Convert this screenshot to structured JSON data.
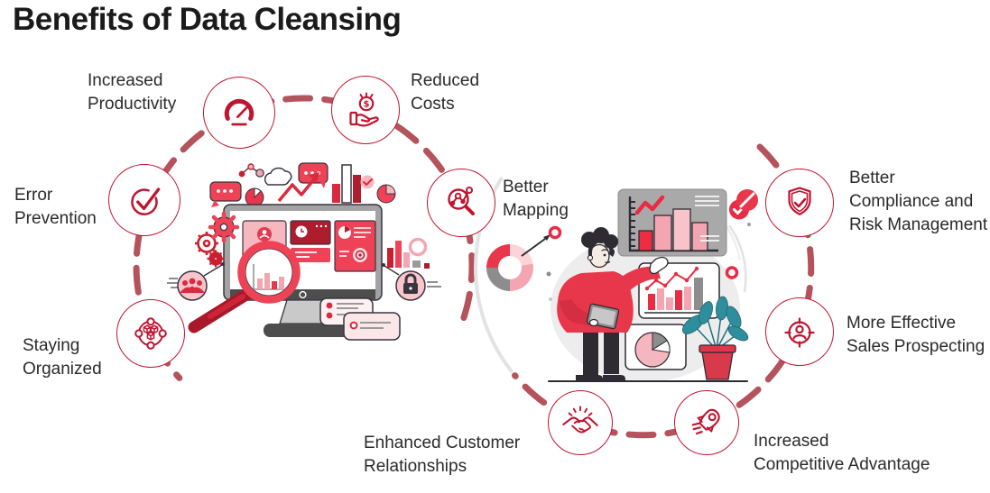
{
  "title": "Benefits of Data Cleansing",
  "benefits": [
    {
      "label": "Increased\nProductivity",
      "icon": "speedometer-icon"
    },
    {
      "label": "Reduced\nCosts",
      "icon": "coin-in-hand-icon"
    },
    {
      "label": "Error\nPrevention",
      "icon": "check-circle-icon"
    },
    {
      "label": "Better\nMapping",
      "icon": "magnifier-network-icon"
    },
    {
      "label": "Staying\nOrganized",
      "icon": "linked-cubes-icon"
    },
    {
      "label": "Better\nCompliance and\nRisk Management",
      "icon": "shield-check-icon"
    },
    {
      "label": "More Effective\nSales Prospecting",
      "icon": "prospect-target-icon"
    },
    {
      "label": "Enhanced Customer\nRelationships",
      "icon": "handshake-icon"
    },
    {
      "label": "Increased\nCompetitive Advantage",
      "icon": "rocket-icon"
    }
  ],
  "coin_symbol": "$",
  "colors": {
    "accent": "#c0152f",
    "dashed_arc": "#b4535c",
    "illustration_red": "#e8374b",
    "illustration_pink": "#f3a6b1",
    "illustration_dark": "#2f2b33",
    "illustration_gray": "#a9a9a9",
    "plant_teal": "#2f8e9c",
    "label_text": "#2a2a2a",
    "title_text": "#1b1b1b"
  }
}
